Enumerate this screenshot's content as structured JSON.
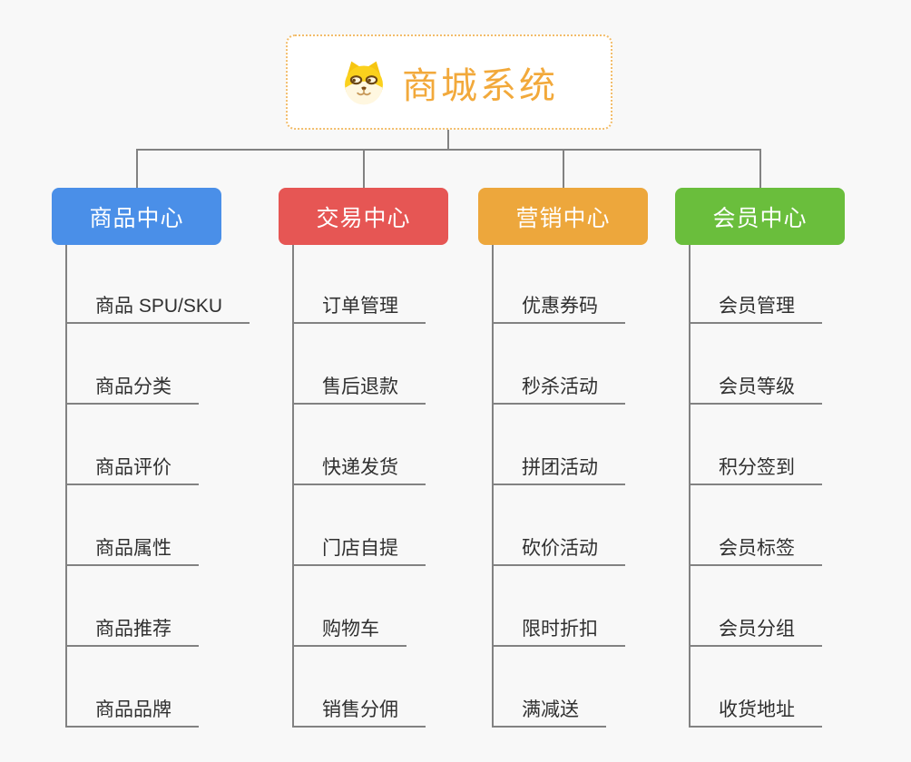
{
  "root": {
    "label": "商城系统",
    "icon": "dog-face-icon"
  },
  "branches": [
    {
      "label": "商品中心",
      "color": "#4a8fe8",
      "items": [
        "商品 SPU/SKU",
        "商品分类",
        "商品评价",
        "商品属性",
        "商品推荐",
        "商品品牌"
      ]
    },
    {
      "label": "交易中心",
      "color": "#e65654",
      "items": [
        "订单管理",
        "售后退款",
        "快递发货",
        "门店自提",
        "购物车",
        "销售分佣"
      ]
    },
    {
      "label": "营销中心",
      "color": "#eda73c",
      "items": [
        "优惠券码",
        "秒杀活动",
        "拼团活动",
        "砍价活动",
        "限时折扣",
        "满减送"
      ]
    },
    {
      "label": "会员中心",
      "color": "#6abe3c",
      "items": [
        "会员管理",
        "会员等级",
        "积分签到",
        "会员标签",
        "会员分组",
        "收货地址"
      ]
    }
  ],
  "colors": {
    "background": "#f8f8f8",
    "root_title": "#f2a93b",
    "root_border": "#f2bd6b",
    "connector": "#828282",
    "branch_text": "#ffffff",
    "leaf_text": "#303030"
  }
}
